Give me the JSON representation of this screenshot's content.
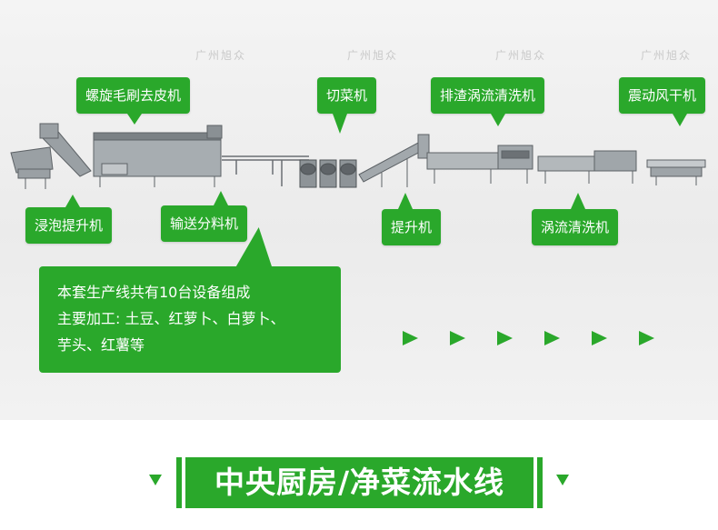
{
  "watermarks": [
    "广州旭众",
    "广州旭众",
    "广州旭众",
    "广州旭众"
  ],
  "labels": {
    "brush_peeler": "螺旋毛刷去皮机",
    "cutter": "切菜机",
    "slag_washer": "排渣涡流清洗机",
    "vibration_dryer": "震动风干机",
    "soak_elevator": "浸泡提升机",
    "conveyor": "输送分料机",
    "elevator": "提升机",
    "vortex_washer": "涡流清洗机"
  },
  "note": {
    "line1": "本套生产线共有10台设备组成",
    "line2": "主要加工: 土豆、红萝卜、白萝卜、",
    "line3": "芋头、红薯等"
  },
  "bottom_title": "中央厨房/净菜流水线",
  "colors": {
    "accent": "#2aa82b",
    "machine": "#8f9498",
    "machine_dark": "#5d6266",
    "background": "#ededed"
  }
}
